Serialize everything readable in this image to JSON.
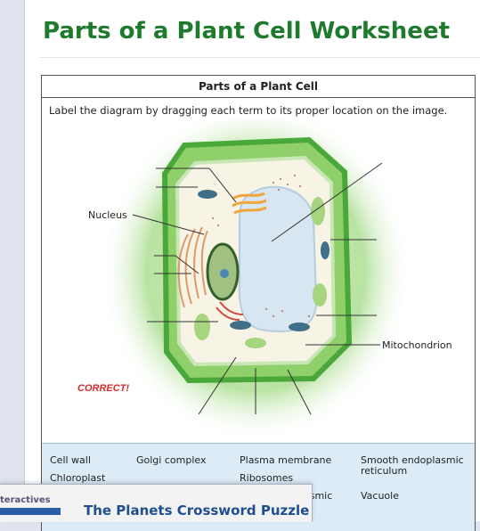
{
  "page": {
    "title": "Parts of a Plant Cell Worksheet"
  },
  "worksheet": {
    "header": "Parts of a Plant Cell",
    "instructions": "Label the diagram by dragging each term to its proper location on the image.",
    "feedback": "CORRECT!",
    "placed_labels": {
      "nucleus": "Nucleus",
      "mitochondrion": "Mitochondrion"
    },
    "terms": [
      "Cell wall",
      "Golgi complex",
      "Plasma membrane",
      "Smooth endoplasmic reticulum",
      "Chloroplast",
      "Ribosomes",
      "asmic",
      "Vacuole"
    ]
  },
  "bottom_panel": {
    "side_label": "teractives",
    "puzzle_title": "The Planets Crossword Puzzle"
  },
  "colors": {
    "title_green": "#1e7a2c",
    "correct_red": "#d42a2a",
    "terms_bg": "#dcebf6",
    "puzzle_blue": "#1f4f8f"
  }
}
